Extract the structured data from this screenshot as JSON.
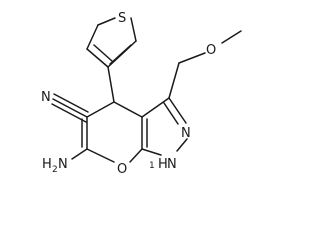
{
  "molecule": {
    "atoms": {
      "nitrile_n": "N",
      "ring_o": "O",
      "ether_o": "O",
      "thiophene_s": "S",
      "pyrazole_n2": "N",
      "pyrazole_nh_n": "N",
      "pyrazole_nh_h": "H",
      "pyrazole_nh_num": "1",
      "amine_n": "N",
      "amine_h": "H",
      "amine_sub": "2",
      "methyl": "CH3"
    },
    "colors": {
      "bond": "#1a1a1a",
      "background": "#ffffff"
    }
  }
}
